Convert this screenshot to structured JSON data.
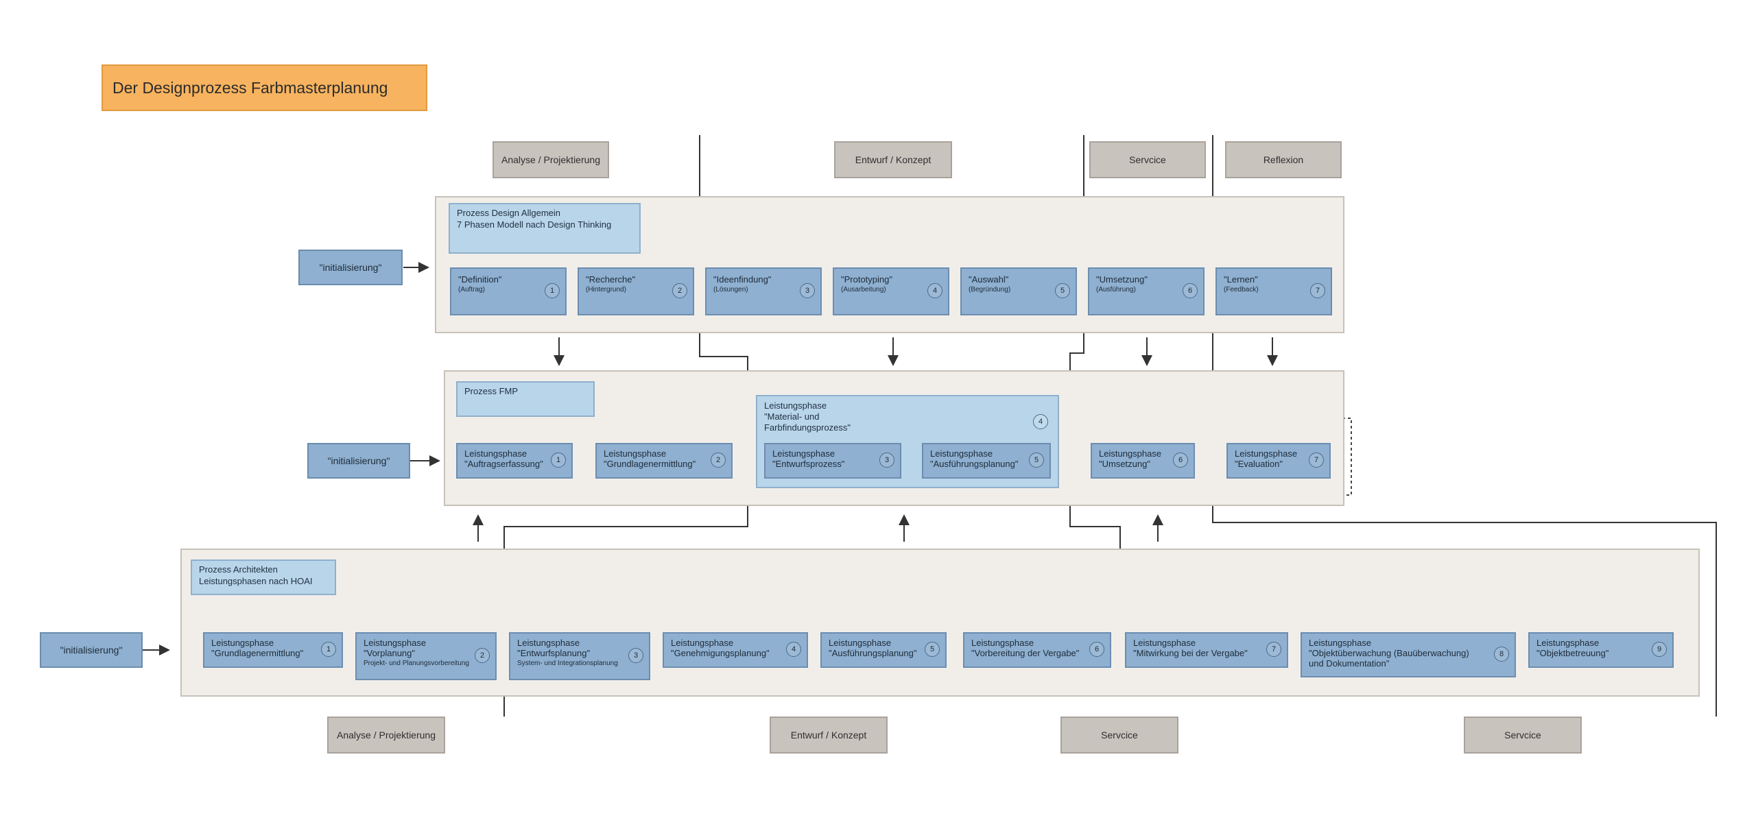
{
  "title": "Der Designprozess Farbmasterplanung",
  "top_categories": [
    "Analyse / Projektierung",
    "Entwurf / Konzept",
    "Servcice",
    "Reflexion"
  ],
  "bottom_categories": [
    "Analyse / Projektierung",
    "Entwurf / Konzept",
    "Servcice",
    "Servcice"
  ],
  "initialisierung": "\"initialisierung\"",
  "design": {
    "header_line1": "Prozess Design Allgemein",
    "header_line2": "7 Phasen Modell nach Design Thinking",
    "phases": [
      {
        "label": "\"Definition\"",
        "sub": "(Auftrag)",
        "num": "1"
      },
      {
        "label": "\"Recherche\"",
        "sub": "(Hintergrund)",
        "num": "2"
      },
      {
        "label": "\"Ideenfindung\"",
        "sub": "(Lösungen)",
        "num": "3"
      },
      {
        "label": "\"Prototyping\"",
        "sub": "(Ausarbeitung)",
        "num": "4"
      },
      {
        "label": "\"Auswahl\"",
        "sub": "(Begründung)",
        "num": "5"
      },
      {
        "label": "\"Umsetzung\"",
        "sub": "(Ausführung)",
        "num": "6"
      },
      {
        "label": "\"Lernen\"",
        "sub": "(Feedback)",
        "num": "7"
      }
    ]
  },
  "fmp": {
    "header": "Prozess FMP",
    "group_line1": "Leistungsphase",
    "group_line2": "\"Material- und",
    "group_line3": "Farbfindungsprozess\"",
    "group_num": "4",
    "phases": [
      {
        "line1": "Leistungsphase",
        "line2": "\"Auftragserfassung\"",
        "num": "1"
      },
      {
        "line1": "Leistungsphase",
        "line2": "\"Grundlagenermittlung\"",
        "num": "2"
      },
      {
        "line1": "Leistungsphase",
        "line2": "\"Entwurfsprozess\"",
        "num": "3"
      },
      {
        "line1": "Leistungsphase",
        "line2": "\"Ausführungsplanung\"",
        "num": "5"
      },
      {
        "line1": "Leistungsphase",
        "line2": "\"Umsetzung\"",
        "num": "6"
      },
      {
        "line1": "Leistungsphase",
        "line2": "\"Evaluation\"",
        "num": "7"
      }
    ]
  },
  "hoai": {
    "header_line1": "Prozess Architekten",
    "header_line2": "Leistungsphasen nach HOAI",
    "phases": [
      {
        "line1": "Leistungsphase",
        "line2": "\"Grundlagenermittlung\"",
        "sub": "",
        "num": "1"
      },
      {
        "line1": "Leistungsphase",
        "line2": "\"Vorplanung\"",
        "sub": "Projekt- und Planungsvorbereitung",
        "num": "2"
      },
      {
        "line1": "Leistungsphase",
        "line2": "\"Entwurfsplanung\"",
        "sub": "System- und Integrationsplanung",
        "num": "3"
      },
      {
        "line1": "Leistungsphase",
        "line2": "\"Genehmigungsplanung\"",
        "sub": "",
        "num": "4"
      },
      {
        "line1": "Leistungsphase",
        "line2": "\"Ausführungsplanung\"",
        "sub": "",
        "num": "5"
      },
      {
        "line1": "Leistungsphase",
        "line2": "\"Vorbereitung der Vergabe\"",
        "sub": "",
        "num": "6"
      },
      {
        "line1": "Leistungsphase",
        "line2": "\"Mitwirkung bei der Vergabe\"",
        "sub": "",
        "num": "7"
      },
      {
        "line1": "Leistungsphase",
        "line2": "\"Objektüberwachung (Bauüberwachung)",
        "sub": "und Dokumentation\"",
        "num": "8"
      },
      {
        "line1": "Leistungsphase",
        "line2": "\"Objektbetreuung\"",
        "sub": "",
        "num": "9"
      }
    ]
  }
}
